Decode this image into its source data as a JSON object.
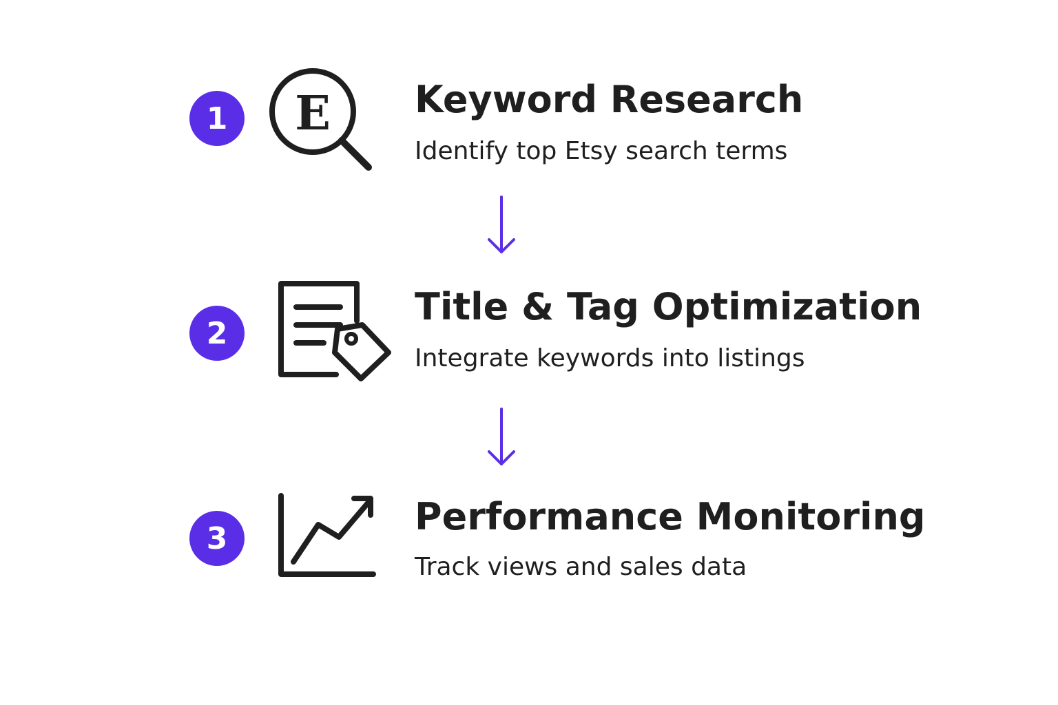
{
  "steps": [
    {
      "number": "1",
      "title": "Keyword Research",
      "description": "Identify top Etsy search terms",
      "icon": "magnifier-etsy-icon",
      "icon_letter": "E"
    },
    {
      "number": "2",
      "title": "Title & Tag Optimization",
      "description": "Integrate keywords into listings",
      "icon": "document-tag-icon"
    },
    {
      "number": "3",
      "title": "Performance Monitoring",
      "description": "Track views and sales data",
      "icon": "trend-chart-icon"
    }
  ],
  "colors": {
    "accent": "#5a2ee6",
    "text": "#1f1f1f",
    "background": "#ffffff"
  }
}
